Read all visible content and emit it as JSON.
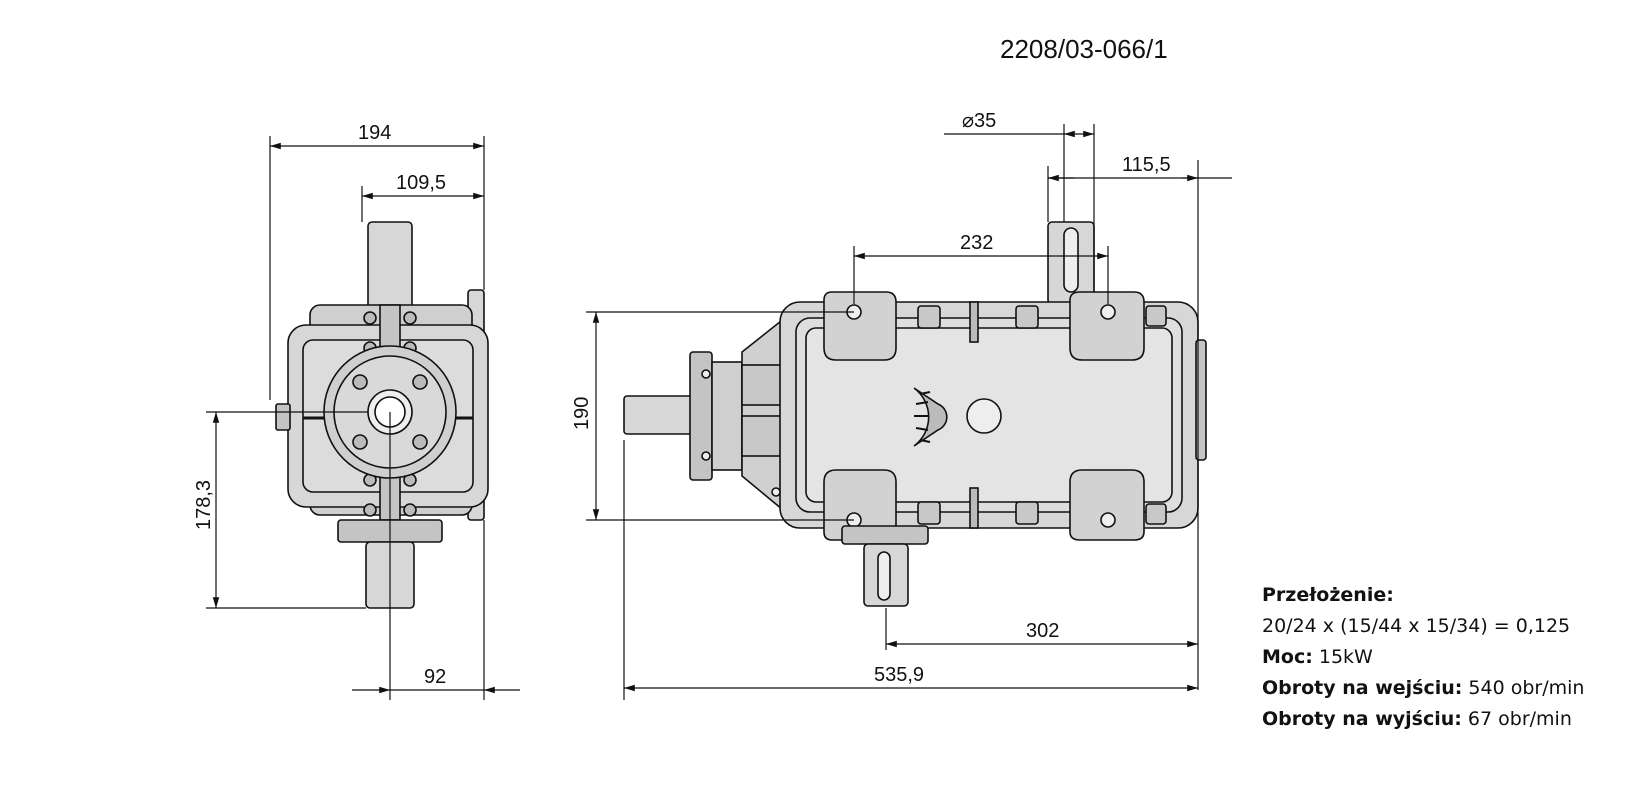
{
  "drawing_code": "2208/03-066/1",
  "dimensions": {
    "side_width": "194",
    "side_offset": "109,5",
    "side_height": "178,3",
    "side_bottom": "92",
    "diameter_prefix": "⌀",
    "shaft_diameter": "35",
    "right_offset": "115,5",
    "hole_spacing": "232",
    "body_height": "190",
    "output_position": "302",
    "total_length": "535,9"
  },
  "specs": {
    "ratio_label": "Przełożenie:",
    "ratio_value": "20/24 x (15/44 x 15/34) = 0,125",
    "power_label": "Moc:",
    "power_value": " 15kW",
    "input_label": "Obroty na wejściu:",
    "input_value": " 540 obr/min",
    "output_label": "Obroty na wyjściu:",
    "output_value": " 67 obr/min"
  },
  "colors": {
    "line": "#111111",
    "body_fill": "#d7d7d7",
    "part_fill": "#c4c4c4",
    "background": "#ffffff"
  }
}
